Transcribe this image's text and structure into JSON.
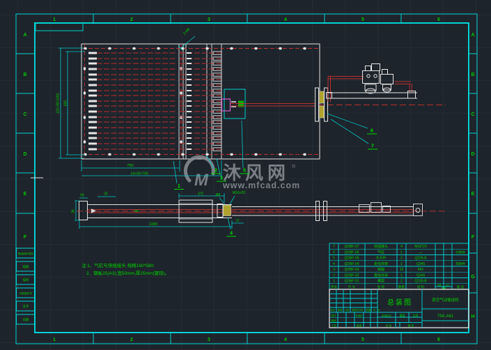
{
  "frame": {
    "zone_cols": [
      "1",
      "2",
      "3",
      "4",
      "5",
      "6"
    ],
    "zone_rows": [
      "A",
      "B",
      "C",
      "D",
      "E",
      "F",
      "G",
      "H"
    ],
    "margin_fields": [
      "借(通)用件登记",
      "描图",
      "描校",
      "旧底图总号",
      "签字",
      "日期"
    ]
  },
  "notes": {
    "line1": "注:1、气缸与快插接头 规格160*580;",
    "line2": "2、钢板25(A3),宽50mm,厚25mm(镀锌)。"
  },
  "dims": {
    "bundle_height_outer": "(21×30=630)",
    "bundle_height_inner": "600",
    "bundle_width": "750",
    "tube_pitch": "14×50=700",
    "tap_label": "2-M8",
    "side_height": "36",
    "side_end": "50",
    "side_offset": "25",
    "side_beam": "350",
    "side_span": "372",
    "side_hole": "Ø8",
    "side_thread": "M16×20",
    "side_total": "1180",
    "side_right": "25"
  },
  "balloons": [
    "1",
    "2",
    "3",
    "4",
    "5",
    "6",
    "7"
  ],
  "bom": {
    "headers": {
      "no": "序号",
      "code": "代 号",
      "name": "名 称",
      "qty": "数量",
      "material": "材 料",
      "weight_unit": "单件",
      "weight_total": "总计",
      "weight": "重量",
      "remark": "备 注"
    },
    "rows": [
      {
        "no": "7",
        "code": "QDBF-07",
        "name": "快插接头",
        "qty": "4",
        "material": "M16*20",
        "remark": ""
      },
      {
        "no": "6",
        "code": "QDBF-06",
        "name": "气缸",
        "qty": "1",
        "material": "—",
        "remark": "外购件"
      },
      {
        "no": "5",
        "code": "QDBF-05",
        "name": "大头杆",
        "qty": "2",
        "material": "Q235-B",
        "remark": ""
      },
      {
        "no": "4",
        "code": "QDBF-04",
        "name": "走线井架",
        "qty": "1",
        "material": "Q345",
        "remark": "焊接件"
      },
      {
        "no": "3",
        "code": "QDBF-03",
        "name": "销轴",
        "qty": "12",
        "material": "45#",
        "remark": ""
      },
      {
        "no": "2",
        "code": "QDBF-02",
        "name": "直线井架",
        "qty": "1",
        "material": "Q345",
        "remark": ""
      },
      {
        "no": "1",
        "code": "QDBF-01",
        "name": "横梁",
        "qty": "2",
        "material": "Q235-B",
        "remark": ""
      }
    ]
  },
  "title_block": {
    "title": "总装图",
    "product": "真空气动输送机",
    "drawing_no": "75A.A61",
    "labels": {
      "mark": "标记",
      "count": "处数",
      "zone": "分区",
      "change_doc": "更改文件号",
      "sign": "签名",
      "date": "年、月、日",
      "design": "设计",
      "standard": "标准化",
      "audit": "审核",
      "process": "工艺",
      "approve": "批准",
      "stage": "阶段标记",
      "weight": "重量",
      "scale": "比例",
      "sheet_total": "共 张",
      "sheet_no": "第 张"
    }
  },
  "watermark": {
    "brand": "沐风网",
    "reg": "®",
    "url": "www.mfcad.com"
  }
}
